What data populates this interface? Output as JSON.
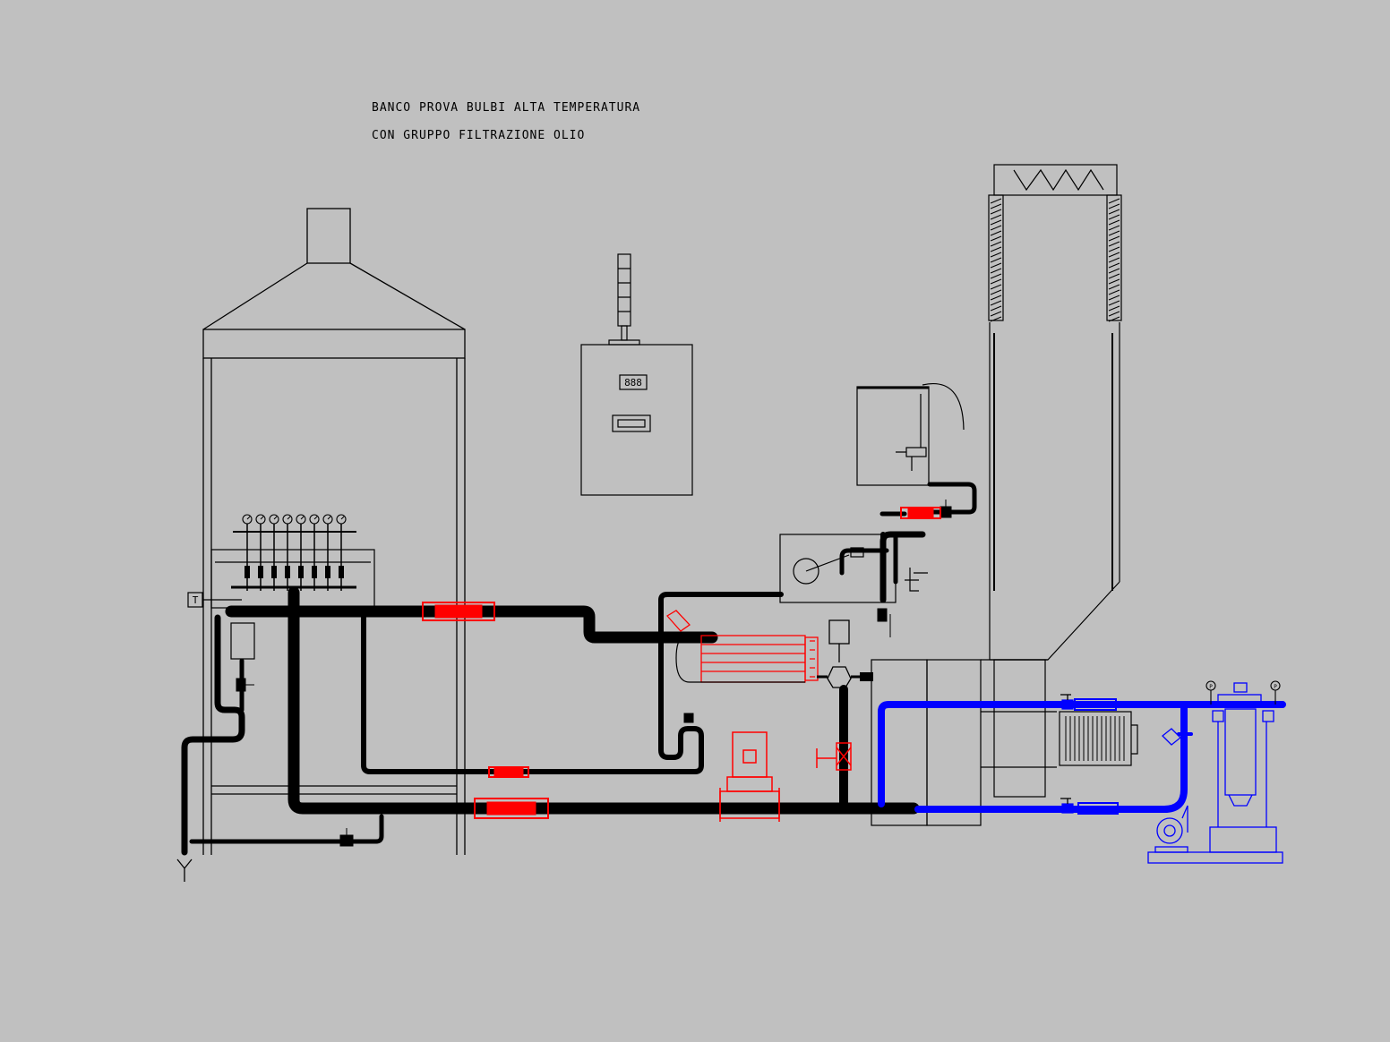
{
  "title_line_1": "BANCO PROVA BULBI ALTA TEMPERATURA",
  "title_line_2": "CON GRUPPO FILTRAZIONE OLIO",
  "controller_display": "888",
  "thermo_label": "T",
  "pressure_label": "P",
  "colors": {
    "background": "#c0c0c0",
    "oil_line": "#000000",
    "hot_components": "#ff0000",
    "filtration_circuit": "#0000ff"
  }
}
